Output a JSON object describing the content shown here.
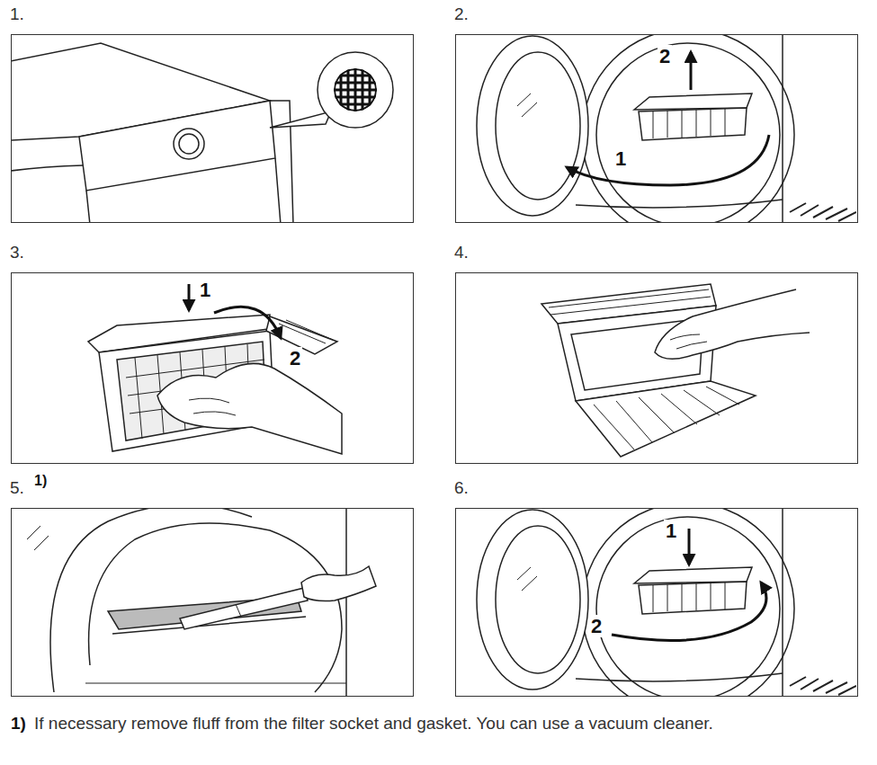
{
  "diagram": {
    "nodes": [
      {
        "text": [
          "1."
        ]
      },
      {
        "text": [
          "2."
        ]
      },
      {
        "text": [
          "3."
        ]
      },
      {
        "text": [
          "4."
        ]
      },
      {
        "text": [
          "5."
        ]
      },
      {
        "text": [
          "6."
        ]
      }
    ],
    "labels": [
      "2",
      "1",
      "1",
      "2",
      "1)",
      "1",
      "2",
      "1)",
      "If necessary remove fluff from the filter socket and gasket. You can use a vacuum cleaner."
    ]
  }
}
